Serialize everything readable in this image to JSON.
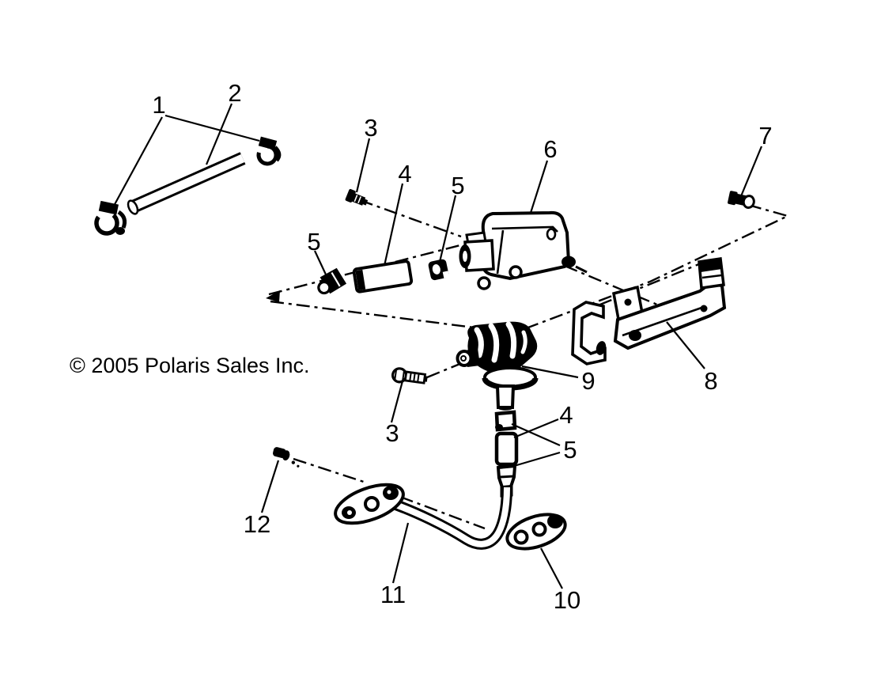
{
  "diagram": {
    "copyright": "© 2005 Polaris Sales Inc.",
    "colors": {
      "ink": "#000000",
      "paper": "#ffffff"
    },
    "callouts": [
      {
        "id": "hose-clamps",
        "num": "1"
      },
      {
        "id": "fuel-line-tube",
        "num": "2"
      },
      {
        "id": "bolt-upper",
        "num": "3"
      },
      {
        "id": "hose-upper",
        "num": "4"
      },
      {
        "id": "fitting-upper-mid",
        "num": "5"
      },
      {
        "id": "fitting-upper-left",
        "num": "5"
      },
      {
        "id": "canister",
        "num": "6"
      },
      {
        "id": "bolt-right",
        "num": "7"
      },
      {
        "id": "mount-bracket",
        "num": "8"
      },
      {
        "id": "valve-assembly",
        "num": "9"
      },
      {
        "id": "bolt-lower",
        "num": "3"
      },
      {
        "id": "hose-lower",
        "num": "4"
      },
      {
        "id": "fitting-lower",
        "num": "5"
      },
      {
        "id": "plug-screw",
        "num": "12"
      },
      {
        "id": "flanged-pipe",
        "num": "11"
      },
      {
        "id": "pipe-flange",
        "num": "10"
      }
    ]
  }
}
